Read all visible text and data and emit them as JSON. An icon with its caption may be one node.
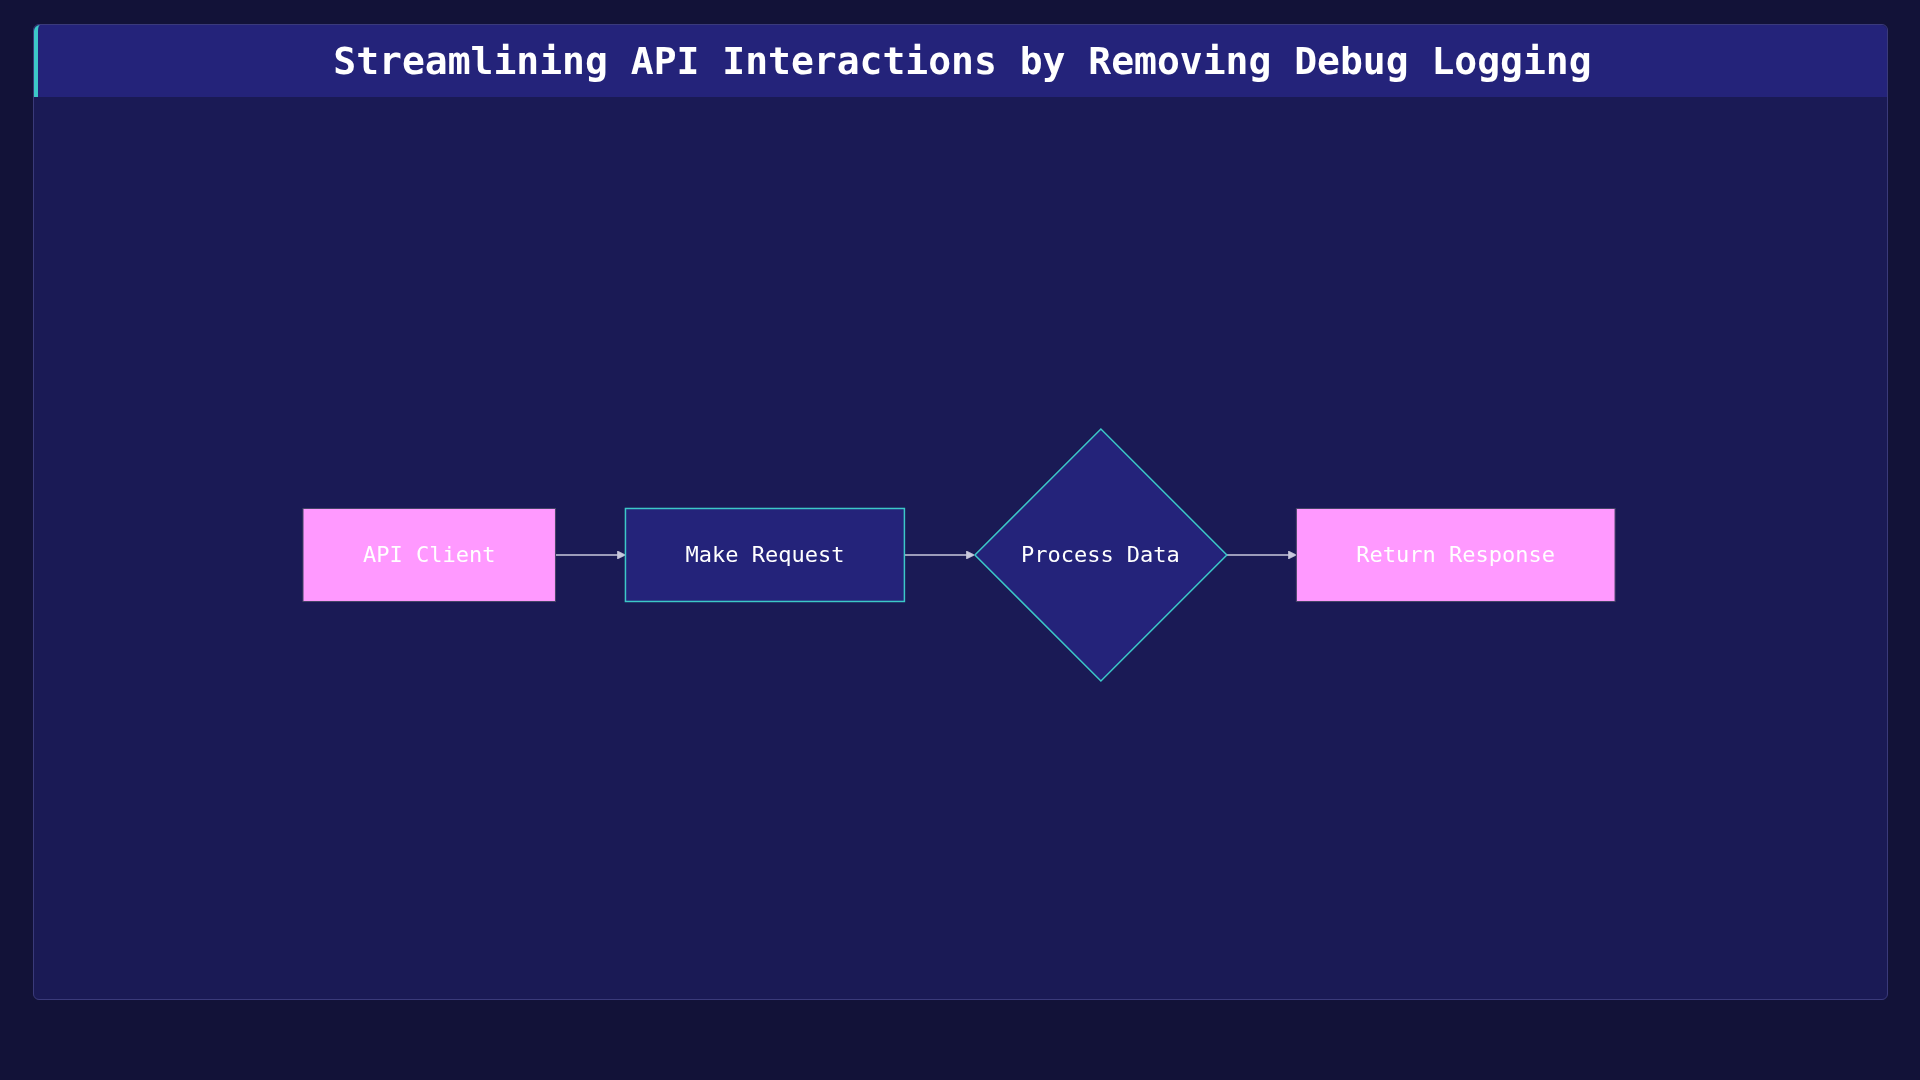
{
  "diagram": {
    "title": "Streamlining API Interactions by Removing Debug Logging",
    "nodes": [
      {
        "text": [
          "API Client"
        ]
      },
      {
        "text": [
          "Make Request"
        ]
      },
      {
        "text": [
          "Process Data"
        ]
      },
      {
        "text": [
          "Return Response"
        ]
      }
    ],
    "edges": [
      {
        "from": 0,
        "to": 1,
        "arrow": "to"
      },
      {
        "from": 1,
        "to": 2,
        "arrow": "to"
      },
      {
        "from": 2,
        "to": 3,
        "arrow": "to"
      }
    ]
  }
}
